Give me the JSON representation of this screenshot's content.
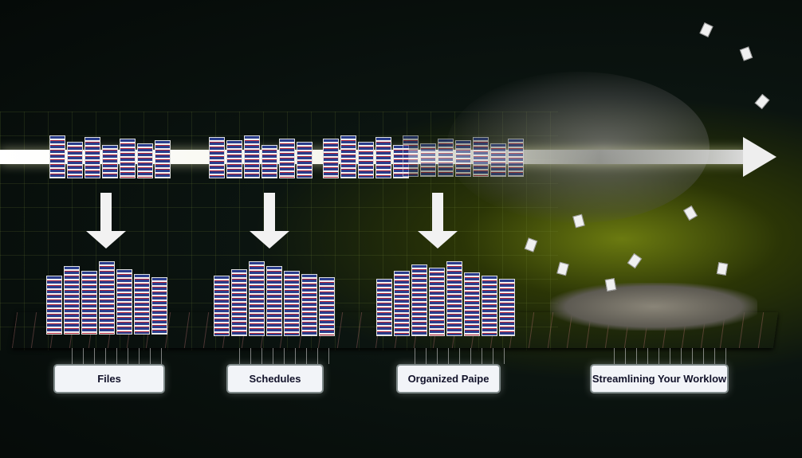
{
  "labels": {
    "files": "Files",
    "schedules": "Schedules",
    "organized": "Organized Paipe",
    "streamlining": "Streamlining Your Worklow"
  },
  "colors": {
    "accent_glow": "#9aaa10",
    "paper_blue": "#2a3d8c",
    "paper_red": "#b3263a"
  }
}
